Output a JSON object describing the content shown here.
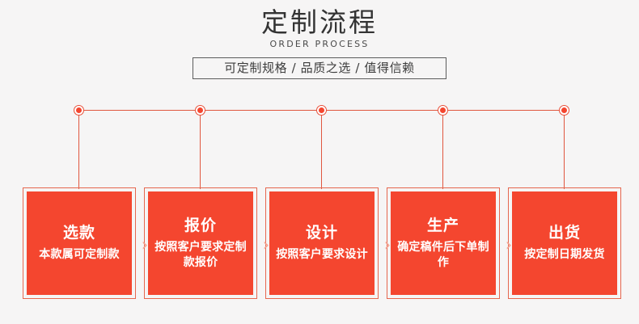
{
  "header": {
    "title": "定制流程",
    "subtitle_en": "ORDER PROCESS",
    "tagline": "可定制规格 / 品质之选 / 值得信赖"
  },
  "colors": {
    "accent_red": "#f4462f",
    "rail_red": "#e0573f",
    "card_border": "#e6674f",
    "chevron": "#f4a18f",
    "background": "#f6f5f5",
    "title_text": "#333333",
    "tagline_border": "#5c5c5c"
  },
  "process": {
    "separator_glyph": "›",
    "steps": [
      {
        "title": "选款",
        "desc": "本款属可定制款"
      },
      {
        "title": "报价",
        "desc": "按照客户要求定制款报价"
      },
      {
        "title": "设计",
        "desc": "按照客户要求设计"
      },
      {
        "title": "生产",
        "desc": "确定稿件后下单制作"
      },
      {
        "title": "出货",
        "desc": "按定制日期发货"
      }
    ]
  }
}
